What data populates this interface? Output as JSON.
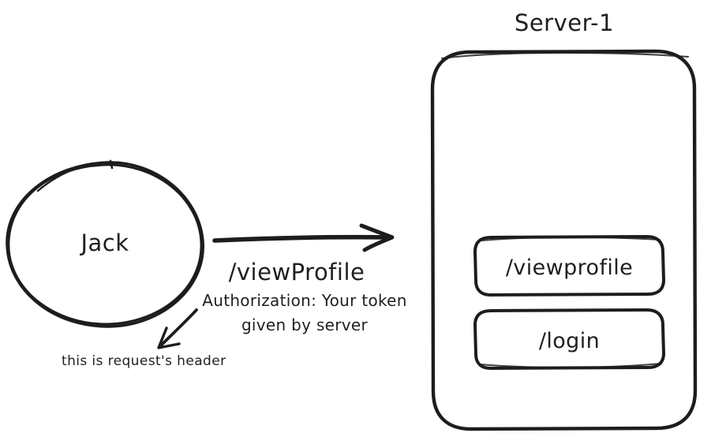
{
  "canvas": {
    "background": "#ffffff",
    "stroke_color": "#1d1d1d",
    "text_color": "#1f1f1f"
  },
  "client": {
    "label": "Jack"
  },
  "server": {
    "title": "Server-1",
    "endpoints": [
      {
        "label": "/viewprofile"
      },
      {
        "label": "/login"
      }
    ]
  },
  "request": {
    "endpoint_label": "/viewProfile",
    "header_line1": "Authorization: Your token",
    "header_line2": "given by server"
  },
  "annotation": {
    "label": "this is request's header"
  }
}
